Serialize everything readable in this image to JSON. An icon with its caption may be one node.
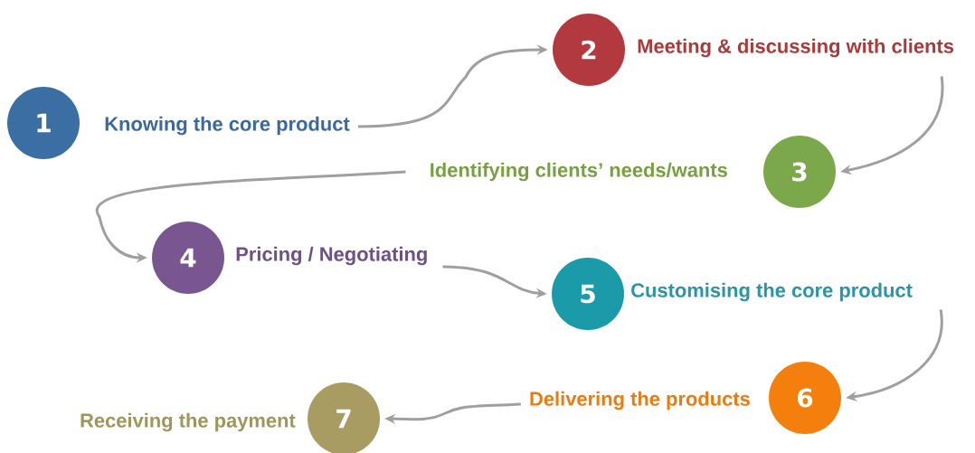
{
  "diagram": {
    "nodes": [
      {
        "text": [
          "1"
        ]
      },
      {
        "text": [
          "Knowing the core product"
        ]
      },
      {
        "text": [
          "2"
        ]
      },
      {
        "text": [
          "Meeting & discussing with clients"
        ]
      },
      {
        "text": [
          "3"
        ]
      },
      {
        "text": [
          "Identifying clients’ needs/wants"
        ]
      },
      {
        "text": [
          "4"
        ]
      },
      {
        "text": [
          "Pricing / Negotiating"
        ]
      },
      {
        "text": [
          "5"
        ]
      },
      {
        "text": [
          "Customising the core product"
        ]
      },
      {
        "text": [
          "6"
        ]
      },
      {
        "text": [
          "Delivering the products"
        ]
      },
      {
        "text": [
          "7"
        ]
      },
      {
        "text": [
          "Receiving the payment"
        ]
      }
    ],
    "edges": [
      {
        "from": 1,
        "to": 2,
        "arrow": "to"
      },
      {
        "from": 3,
        "to": 4,
        "arrow": "to"
      },
      {
        "from": 5,
        "to": 6,
        "arrow": "to"
      },
      {
        "from": 7,
        "to": 8,
        "arrow": "to"
      },
      {
        "from": 9,
        "to": 10,
        "arrow": "to"
      },
      {
        "from": 11,
        "to": 12,
        "arrow": "to"
      }
    ]
  }
}
